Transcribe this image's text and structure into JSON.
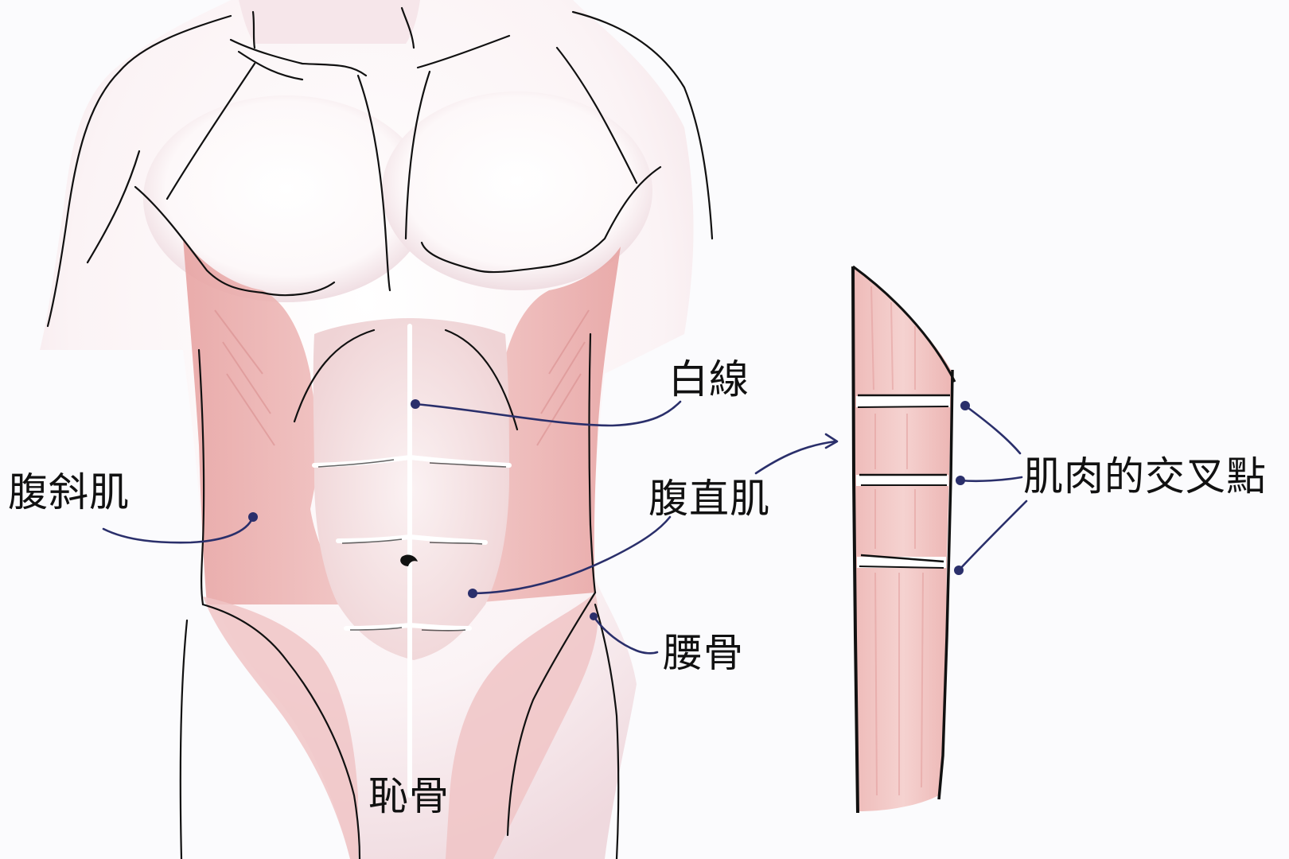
{
  "diagram": {
    "type": "anatomical-illustration",
    "subject": "male torso abdominal muscles",
    "labels": {
      "linea_alba": "白線",
      "external_oblique": "腹斜肌",
      "rectus_abdominis": "腹直肌",
      "hip_bone": "腰骨",
      "pubic_bone": "恥骨",
      "intersections": "肌肉的交叉點"
    },
    "colors": {
      "outline": "#111111",
      "leader_line": "#2a2f6b",
      "muscle_pink": "#e9a8a6",
      "muscle_light": "#f3d3d2",
      "skin": "#f8eef0",
      "background": "#fbfbfd"
    }
  }
}
